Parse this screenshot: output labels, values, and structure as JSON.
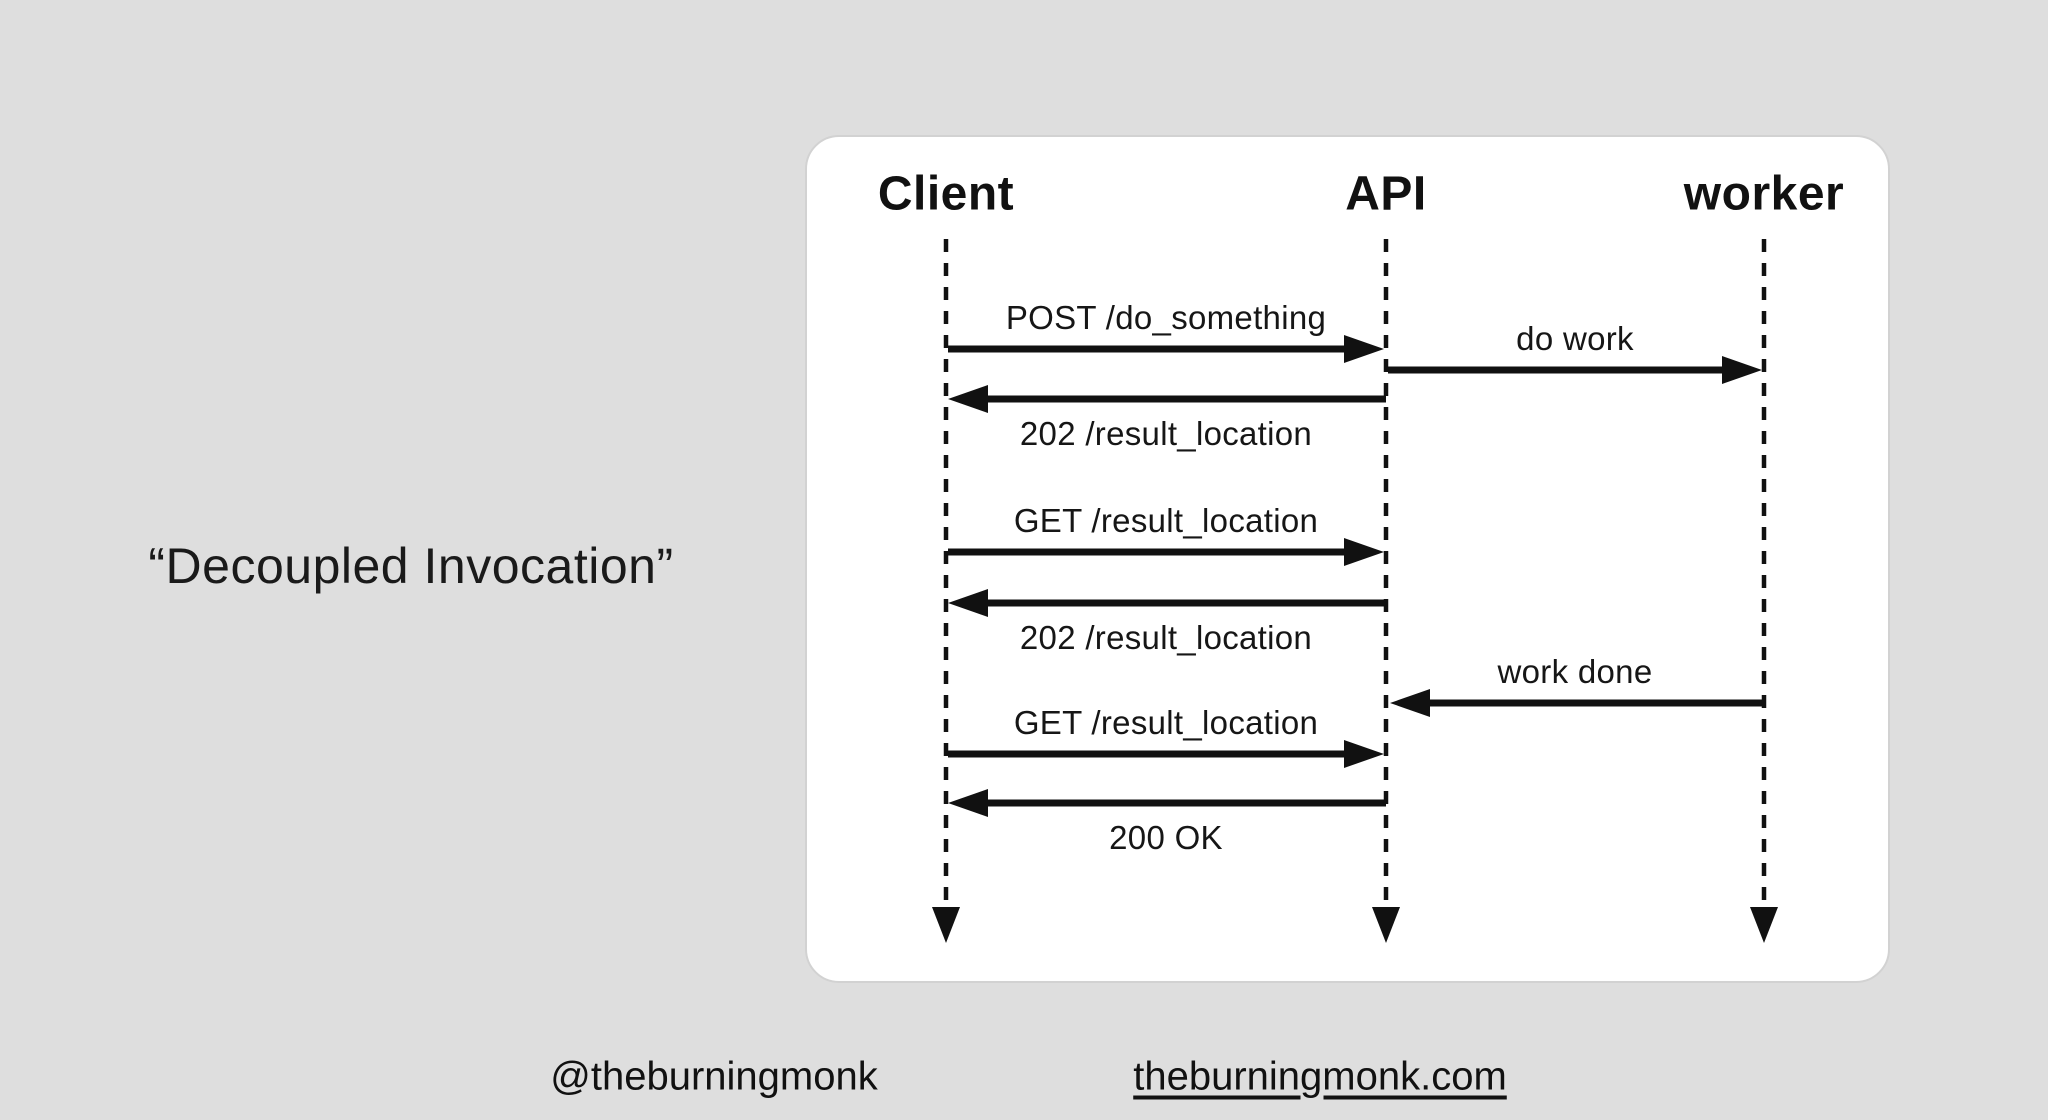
{
  "slide": {
    "title": "“Decoupled Invocation”",
    "background_color": "#dedede",
    "card_color": "#ffffff",
    "ink_color": "#111111"
  },
  "diagram": {
    "participants": [
      {
        "name": "Client"
      },
      {
        "name": "API"
      },
      {
        "name": "worker"
      }
    ],
    "messages": [
      {
        "from": "Client",
        "to": "API",
        "label": "POST /do_something",
        "label_position": "above"
      },
      {
        "from": "API",
        "to": "worker",
        "label": "do work",
        "label_position": "above"
      },
      {
        "from": "API",
        "to": "Client",
        "label": "202 /result_location",
        "label_position": "below"
      },
      {
        "from": "Client",
        "to": "API",
        "label": "GET /result_location",
        "label_position": "above"
      },
      {
        "from": "API",
        "to": "Client",
        "label": "202 /result_location",
        "label_position": "below"
      },
      {
        "from": "worker",
        "to": "API",
        "label": "work done",
        "label_position": "above"
      },
      {
        "from": "Client",
        "to": "API",
        "label": "GET /result_location",
        "label_position": "above"
      },
      {
        "from": "API",
        "to": "Client",
        "label": "200 OK",
        "label_position": "below"
      }
    ]
  },
  "footer": {
    "handle": "@theburningmonk",
    "website": "theburningmonk.com"
  }
}
